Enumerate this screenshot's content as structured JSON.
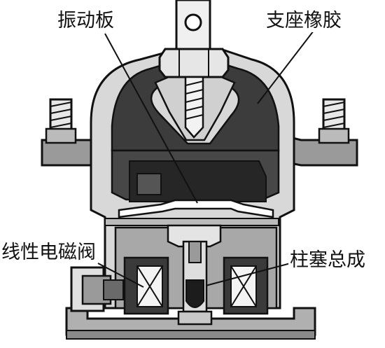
{
  "labels": {
    "vibration_plate": "振动板",
    "mount_rubber": "支座橡胶",
    "linear_solenoid_valve": "线性电磁阀",
    "plunger_assembly": "柱塞总成"
  },
  "colors": {
    "background": "#ffffff",
    "line": "#111111",
    "rubber_dark": "#3c3c3c",
    "metal_mid": "#9a9a9a",
    "metal_light": "#cfcfcf",
    "fluid_dark": "#262626"
  }
}
